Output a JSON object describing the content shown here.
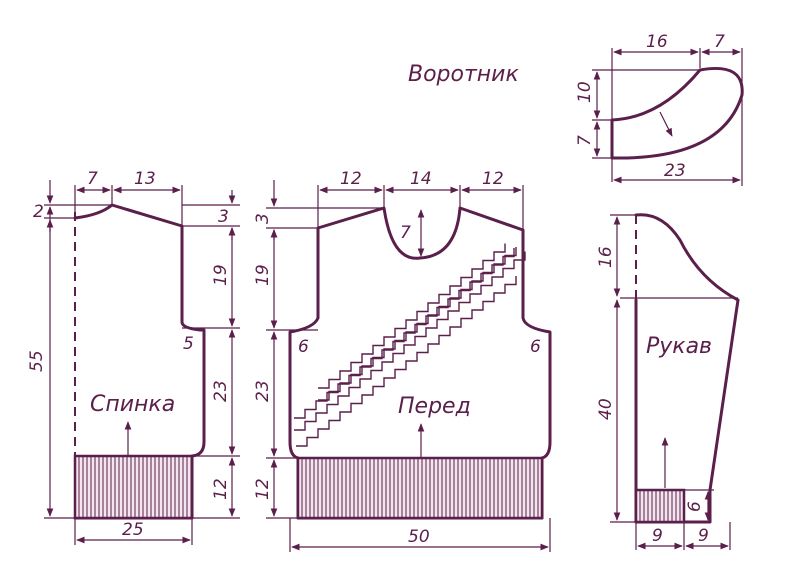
{
  "colors": {
    "ink": "#5a1f4a",
    "background": "#ffffff",
    "rib_fill": "#f3e6ef"
  },
  "labels": {
    "collar": "Воротник",
    "back": "Спинка",
    "front": "Перед",
    "sleeve": "Рукав"
  },
  "dims": {
    "back": {
      "top_left": "7",
      "top_right": "13",
      "shoulder_left": "2",
      "shoulder_right": "3",
      "armhole": "19",
      "armhole_notch": "5",
      "side": "23",
      "rib_height": "12",
      "total_height": "55",
      "width": "25"
    },
    "front": {
      "top_left": "12",
      "neck_width": "14",
      "top_right": "12",
      "shoulder": "3",
      "neck_depth": "7",
      "armhole": "19",
      "notch_left": "6",
      "notch_right": "6",
      "side": "23",
      "rib_height": "12",
      "width": "50"
    },
    "collar": {
      "top_left": "16",
      "top_right": "7",
      "upper_height": "10",
      "lower_height": "7",
      "bottom": "23"
    },
    "sleeve": {
      "cap_height": "16",
      "length": "40",
      "cuff_height": "6",
      "bottom_left": "9",
      "bottom_right": "9"
    }
  }
}
